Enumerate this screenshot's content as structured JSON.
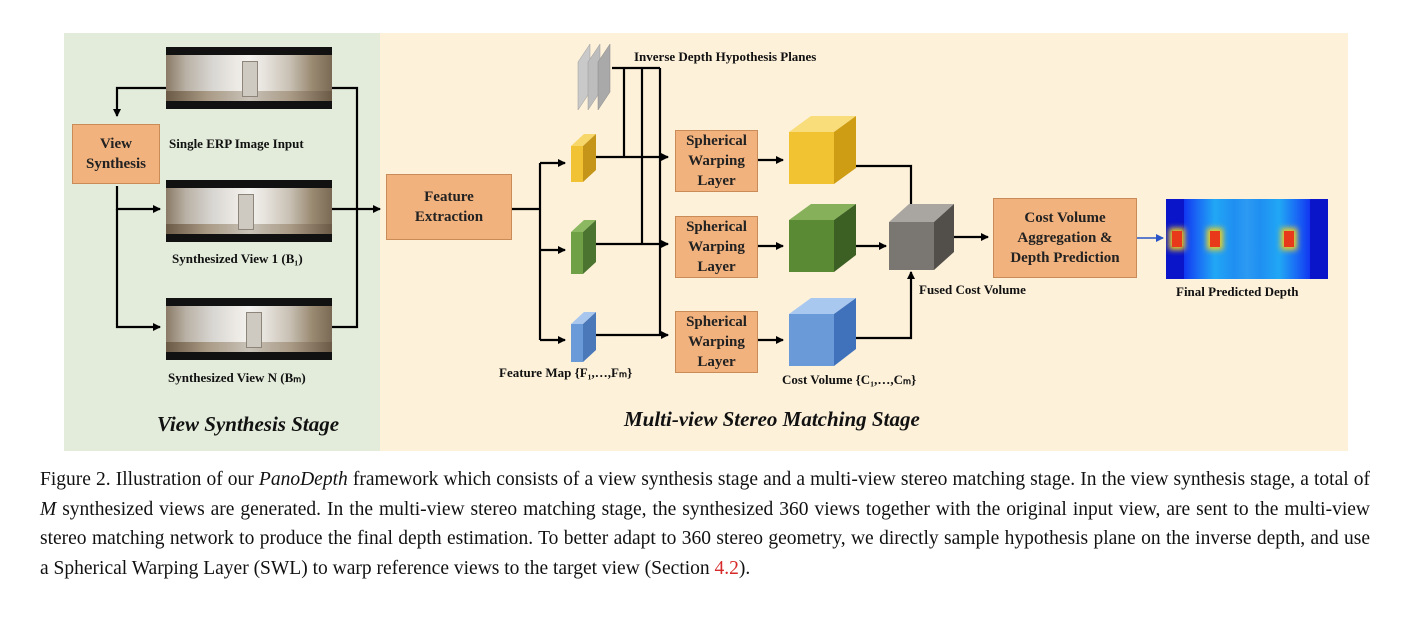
{
  "stages": {
    "left_title": "View Synthesis Stage",
    "right_title": "Multi-view Stereo Matching Stage"
  },
  "boxes": {
    "view_synthesis": [
      "View",
      "Synthesis"
    ],
    "feature_extraction": [
      "Feature",
      "Extraction"
    ],
    "swl": [
      "Spherical",
      "Warping",
      "Layer"
    ],
    "cost_agg": [
      "Cost Volume",
      "Aggregation &",
      "Depth Prediction"
    ]
  },
  "labels": {
    "single_erp": "Single ERP Image Input",
    "synth_view_1": "Synthesized View 1 (B₁)",
    "synth_view_n": "Synthesized View N (Bₘ)",
    "inverse_depth": "Inverse Depth Hypothesis Planes",
    "feature_map": "Feature Map {F₁,…,Fₘ}",
    "cost_volume": "Cost Volume {C₁,…,Cₘ}",
    "fused_cost_volume": "Fused Cost Volume",
    "final_depth": "Final Predicted Depth"
  },
  "colors": {
    "left_bg": "#e3ecdb",
    "right_bg": "#fdf1da",
    "box_fill": "#f2b27d",
    "yellow": "#f0c234",
    "green": "#5f8f3a",
    "blue": "#6a9bd8",
    "gray": "#7a7672",
    "caption_ref": "#d62a2a"
  },
  "caption": {
    "prefix": "Figure 2. Illustration of our ",
    "name": "PanoDepth",
    "text_1": " framework which consists of a view synthesis stage and a multi-view stereo matching stage. In the view synthesis stage, a total of ",
    "var_m": "M",
    "text_2": " synthesized views are generated. In the multi-view stereo matching stage, the synthesized 360 views together with the original input view, are sent to the multi-view stereo matching network to produce the final depth estimation. To better adapt to 360 stereo geometry, we directly sample hypothesis plane on the inverse depth, and use a Spherical Warping Layer (SWL) to warp reference views to the target view (Section ",
    "ref": "4.2",
    "text_3": ")."
  }
}
